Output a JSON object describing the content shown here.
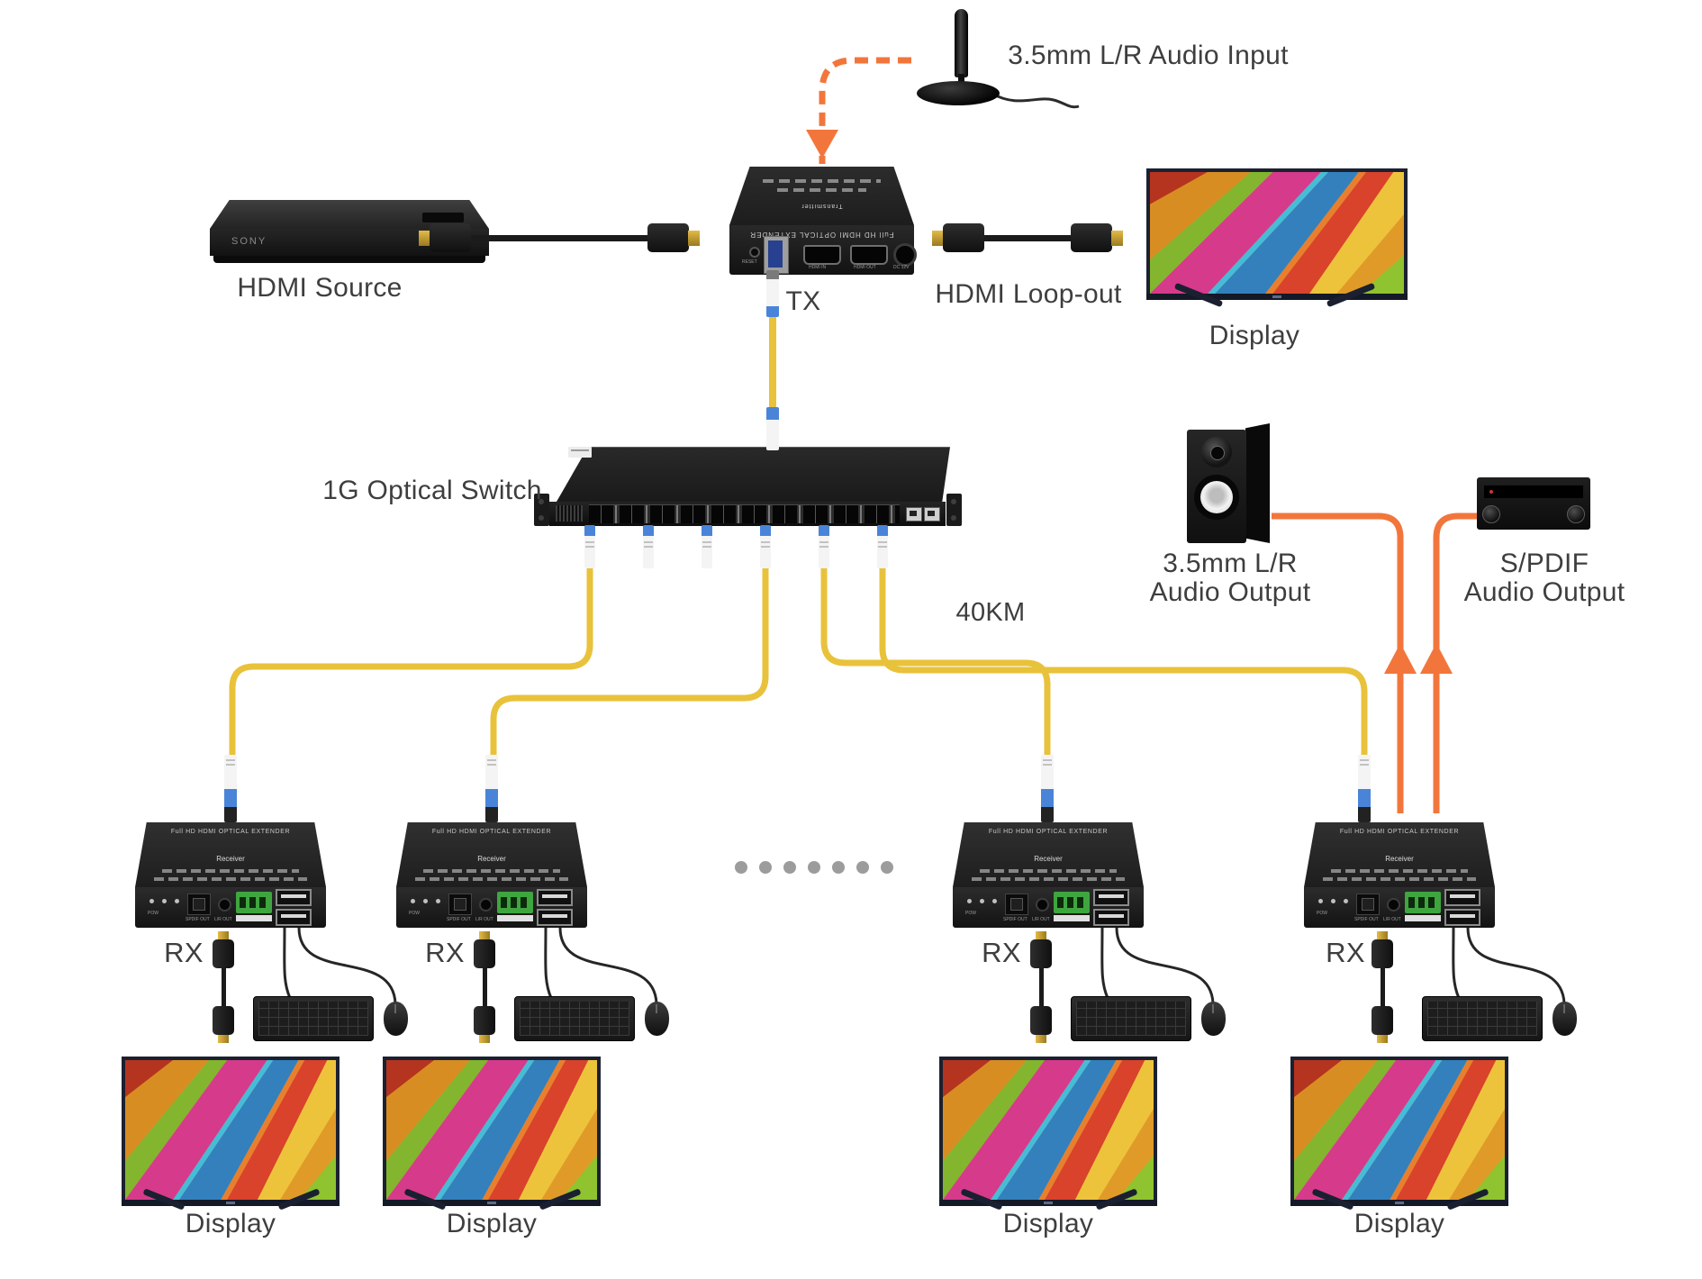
{
  "diagram": {
    "audio_input_label": "3.5mm L/R Audio Input",
    "hdmi_source_label": "HDMI Source",
    "tx_label": "TX",
    "hdmi_loopout_label": "HDMI Loop-out",
    "top_display_label": "Display",
    "switch_label": "1G Optical Switch",
    "distance_label": "40KM",
    "audio_out_35_line1": "3.5mm L/R",
    "audio_out_35_line2": "Audio Output",
    "audio_out_spdif_line1": "S/PDIF",
    "audio_out_spdif_line2": "Audio Output"
  },
  "source_device": {
    "brand": "SONY"
  },
  "extender": {
    "name": "Full HD HDMI OPTICAL EXTENDER",
    "tx_role": "Transmitter",
    "rx_role": "Receiver",
    "tx_ports": {
      "reset": "RESET",
      "hdmi_in": "HDMI IN",
      "hdmi_out": "HDMI OUT",
      "power": "DC 12V"
    },
    "rx_ports": {
      "power": "POW",
      "spdif": "SPDIF OUT",
      "analog": "L/R OUT"
    }
  },
  "receivers": [
    {
      "label": "RX",
      "display": "Display"
    },
    {
      "label": "RX",
      "display": "Display"
    },
    {
      "label": "RX",
      "display": "Display"
    },
    {
      "label": "RX",
      "display": "Display"
    }
  ],
  "separator_dots": 7,
  "colors": {
    "cable_orange": "#F2763C",
    "fiber_yellow": "#E9C23B",
    "connector_blue": "#4A84D8",
    "terminal_green": "#3FA53F",
    "label_text": "#3E3E3E"
  }
}
